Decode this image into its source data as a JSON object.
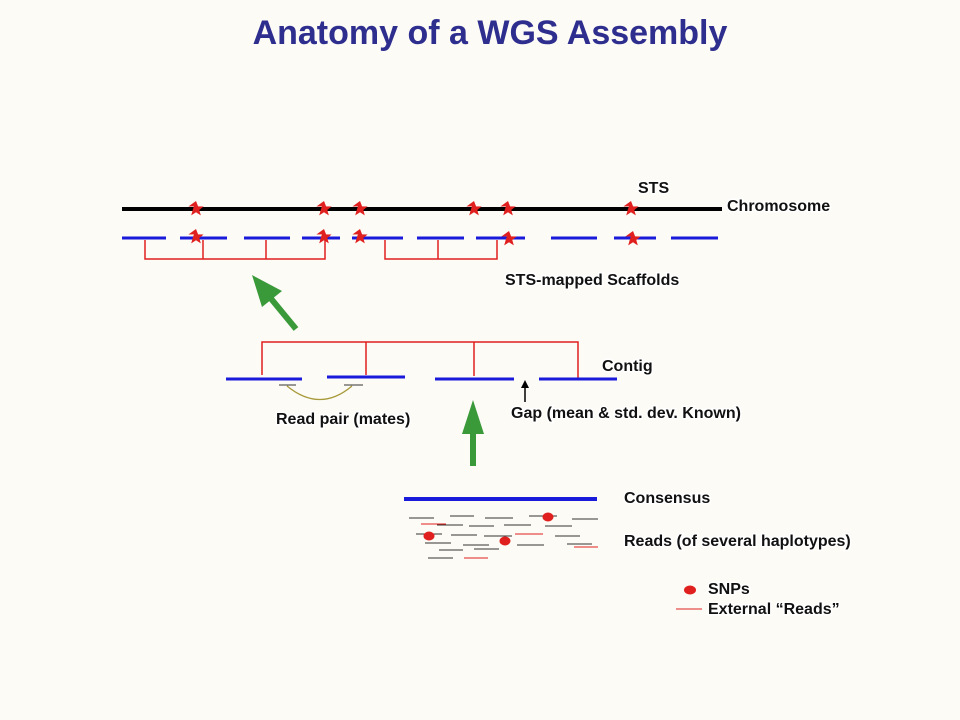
{
  "title": "Anatomy of a WGS Assembly",
  "labels": {
    "sts": "STS",
    "chromosome": "Chromosome",
    "scaffolds": "STS-mapped Scaffolds",
    "contig": "Contig",
    "read_pair": "Read pair (mates)",
    "gap": "Gap (mean & std. dev. Known)",
    "consensus": "Consensus",
    "reads": "Reads (of several haplotypes)",
    "legend_snps": "SNPs",
    "legend_external": "External “Reads”"
  },
  "colors": {
    "title": "#2e2e8e",
    "chromosome": "#000000",
    "contig_blue": "#1a1adb",
    "link_red": "#e0201e",
    "sts_star": "#e0201e",
    "arrow_green": "#3a9a3a",
    "mate_arc": "#a89a3a"
  }
}
